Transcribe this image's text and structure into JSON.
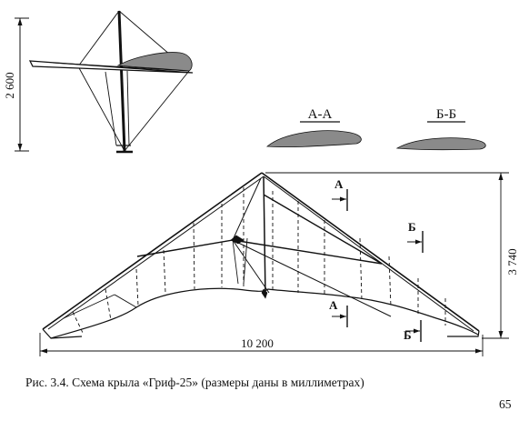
{
  "figure": {
    "side_view": {
      "height_dim": "2 600"
    },
    "sections": {
      "a_label": "А-А",
      "b_label": "Б-Б"
    },
    "plan_view": {
      "span_dim": "10 200",
      "chord_dim": "3 740",
      "marker_a": "А",
      "marker_b": "Б"
    },
    "profile_fill": "#8a8a8a",
    "line_color": "#111111"
  },
  "caption": "Рис. 3.4. Схема крыла «Гриф-25» (размеры даны в миллиметрах)",
  "page_number": "65"
}
